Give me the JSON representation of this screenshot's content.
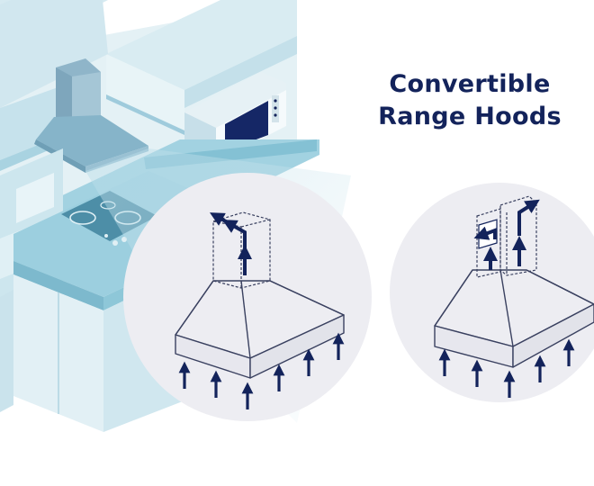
{
  "title": {
    "line1": "Convertible",
    "line2": "Range Hoods"
  },
  "colors": {
    "title": "#13235b",
    "arrow": "#13235b",
    "cabinet_light": "#cfe6ee",
    "counter": "#92cbdc",
    "circle_bg": "#ededf2",
    "hood_outline": "#3a4160"
  },
  "diagrams": [
    {
      "name": "ducted-vent-option",
      "arrow_count": 9
    },
    {
      "name": "recirculating-vent-option",
      "arrow_count": 9
    }
  ]
}
